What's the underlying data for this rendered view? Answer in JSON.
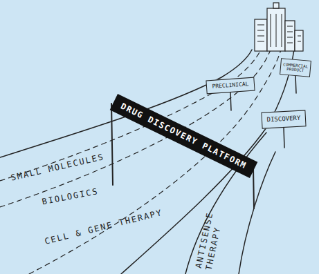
{
  "diagram": {
    "nodes": [
      {
        "text": [
          "COMMERCIAL PRODUCT"
        ]
      },
      {
        "text": [
          "PRECLINICAL"
        ]
      },
      {
        "text": [
          "DISCOVERY"
        ]
      },
      {
        "text": [
          "DRUG DISCOVERY PLATFORM"
        ]
      }
    ],
    "labels": [
      "SMALL MOLECULES",
      "BIOLOGICS",
      "CELL & GENE THERAPY",
      "ANTISENSE THERAPY"
    ]
  }
}
